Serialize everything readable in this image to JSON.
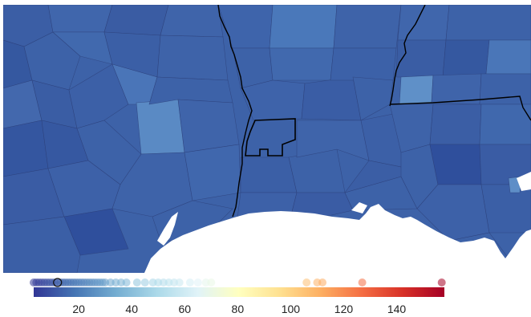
{
  "map": {
    "colors": {
      "base": "#3d62a8",
      "dark": "#33519c",
      "light": "#5b8cc6",
      "county_border": "#2c3f78",
      "state_border": "#000000",
      "water": "#ffffff"
    },
    "highlighted_region": "outlined county group"
  },
  "legend": {
    "min": 3,
    "max": 158,
    "ticks": [
      {
        "value": 20,
        "label": "20"
      },
      {
        "value": 40,
        "label": "40"
      },
      {
        "value": 60,
        "label": "60"
      },
      {
        "value": 80,
        "label": "80"
      },
      {
        "value": 100,
        "label": "100"
      },
      {
        "value": 120,
        "label": "120"
      },
      {
        "value": 140,
        "label": "140"
      }
    ],
    "colormap": [
      "#313695",
      "#4575b4",
      "#74add1",
      "#abd9e9",
      "#e0f3f8",
      "#ffffbf",
      "#fee090",
      "#fdae61",
      "#f46d43",
      "#d73027",
      "#a50026"
    ],
    "points": [
      3,
      4,
      5,
      6,
      7,
      8,
      9,
      10,
      11,
      12,
      13,
      14,
      15,
      16,
      17,
      18,
      19,
      20,
      21,
      22,
      23,
      24,
      25,
      26,
      27,
      28,
      29,
      30,
      32,
      34,
      36,
      38,
      42,
      45,
      48,
      50,
      52,
      54,
      56,
      58,
      62,
      65,
      68,
      70,
      106,
      110,
      112,
      127,
      157
    ],
    "selected_point": 12
  }
}
